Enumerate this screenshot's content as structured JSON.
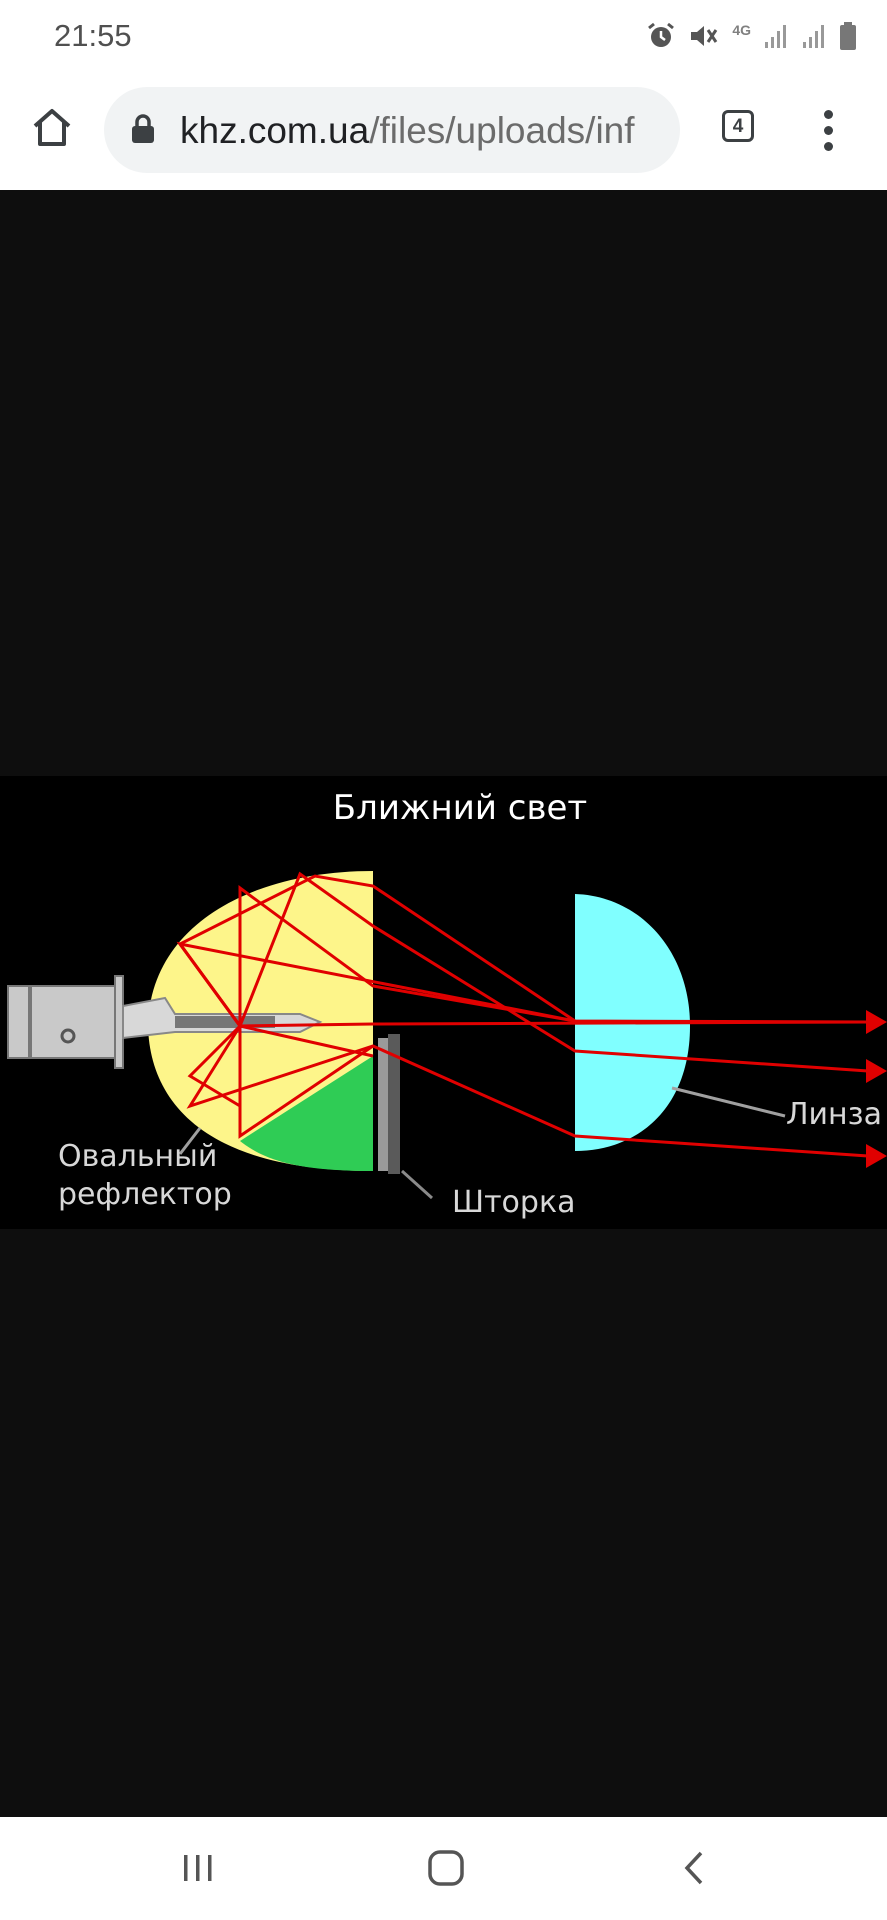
{
  "status_bar": {
    "time": "21:55",
    "network_type": "4G",
    "icons": [
      "alarm-icon",
      "mute-icon",
      "signal-icon",
      "signal-icon",
      "battery-icon"
    ]
  },
  "toolbar": {
    "url_host": "khz.com.ua",
    "url_path": "/files/uploads/inf",
    "tab_count": "4",
    "icons": [
      "home-icon",
      "lock-icon",
      "tabs-icon",
      "more-vert-icon"
    ]
  },
  "diagram": {
    "title": "Ближний свет",
    "label_reflector_line1": "Овальный",
    "label_reflector_line2": "рефлектор",
    "label_shutter": "Шторка",
    "label_lens": "Линза",
    "colors": {
      "reflector": "#fdf58a",
      "lamp": "#c9c9c9",
      "green_region": "#2fcc55",
      "lens": "#80ffff",
      "rays": "#e00000",
      "shutter": "#a0a0a0"
    }
  },
  "nav_bar": {
    "icons": [
      "recent-apps-icon",
      "home-circle-icon",
      "back-icon"
    ]
  }
}
